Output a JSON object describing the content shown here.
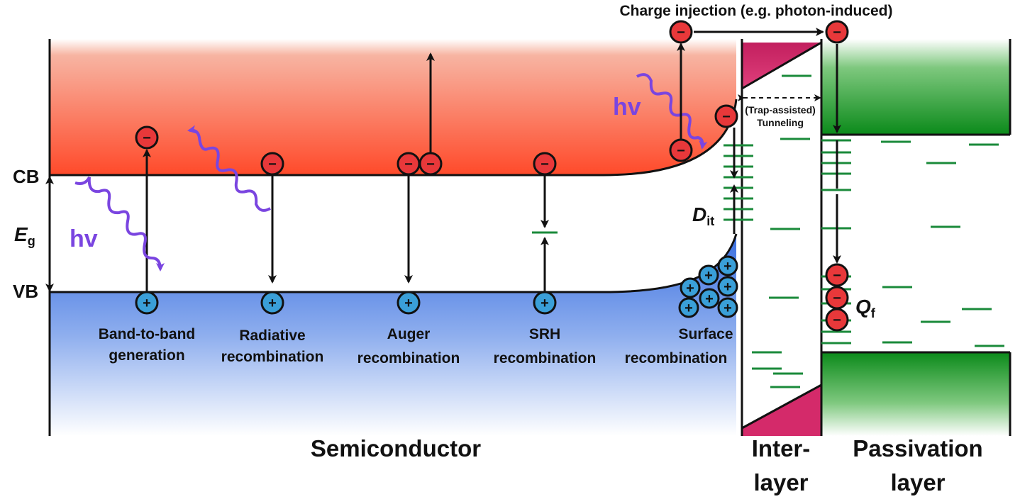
{
  "labels": {
    "cb": "CB",
    "vb": "VB",
    "eg_main": "E",
    "eg_sub": "g",
    "hv": "hv",
    "dit_main": "D",
    "dit_sub": "it",
    "qf_main": "Q",
    "qf_sub": "f",
    "charge_injection": "Charge injection (e.g. photon-induced)",
    "tunneling_line1": "(Trap-assisted)",
    "tunneling_line2": "Tunneling",
    "minus": "−",
    "plus": "+"
  },
  "processes": [
    {
      "line1": "Band-to-band",
      "line2": "generation"
    },
    {
      "line1": "Radiative",
      "line2": "recombination"
    },
    {
      "line1": "Auger",
      "line2": "recombination"
    },
    {
      "line1": "SRH",
      "line2": "recombination"
    },
    {
      "line1": "Surface",
      "line2": "recombination"
    }
  ],
  "regions": {
    "semiconductor": "Semiconductor",
    "interlayer_line1": "Inter-",
    "interlayer_line2": "layer",
    "passivation_line1": "Passivation",
    "passivation_line2": "layer"
  },
  "colors": {
    "conduction_band": "#ff4a2a",
    "valence_band": "#3a6fe0",
    "electron": "#e8383a",
    "hole": "#3a9fd8",
    "photon": "#7a45e0",
    "trap_state": "#1a8a3a",
    "passivation": "#149414",
    "interlayer_band": "#d42a6a"
  }
}
